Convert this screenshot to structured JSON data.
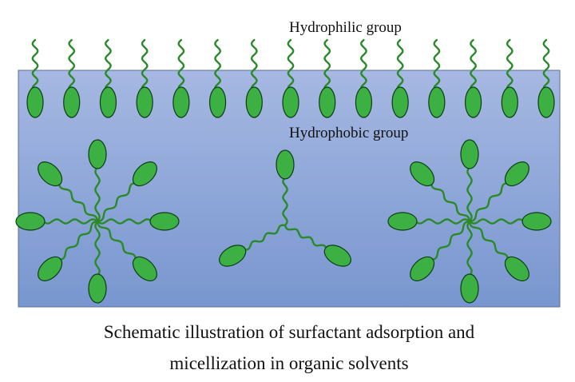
{
  "labels": {
    "hydrophilic": "Hydrophilic group",
    "hydrophobic": "Hydrophobic group"
  },
  "caption": {
    "line1": "Schematic illustration of surfactant adsorption and",
    "line2": "micellization in organic solvents"
  },
  "colors": {
    "solvent_top": "#a6b8e2",
    "solvent_bottom": "#7896cf",
    "solvent_border": "#5a6f9a",
    "head_fill": "#3cb043",
    "head_stroke": "#0d3d12",
    "tail": "#2a8a2a"
  },
  "structure": {
    "adsorbed_surfactant_count": 15,
    "micelles": [
      {
        "kind": "reverse-micelle",
        "molecule_count": 8
      },
      {
        "kind": "reverse-micelle",
        "molecule_count": 3
      },
      {
        "kind": "reverse-micelle",
        "molecule_count": 8
      }
    ]
  }
}
